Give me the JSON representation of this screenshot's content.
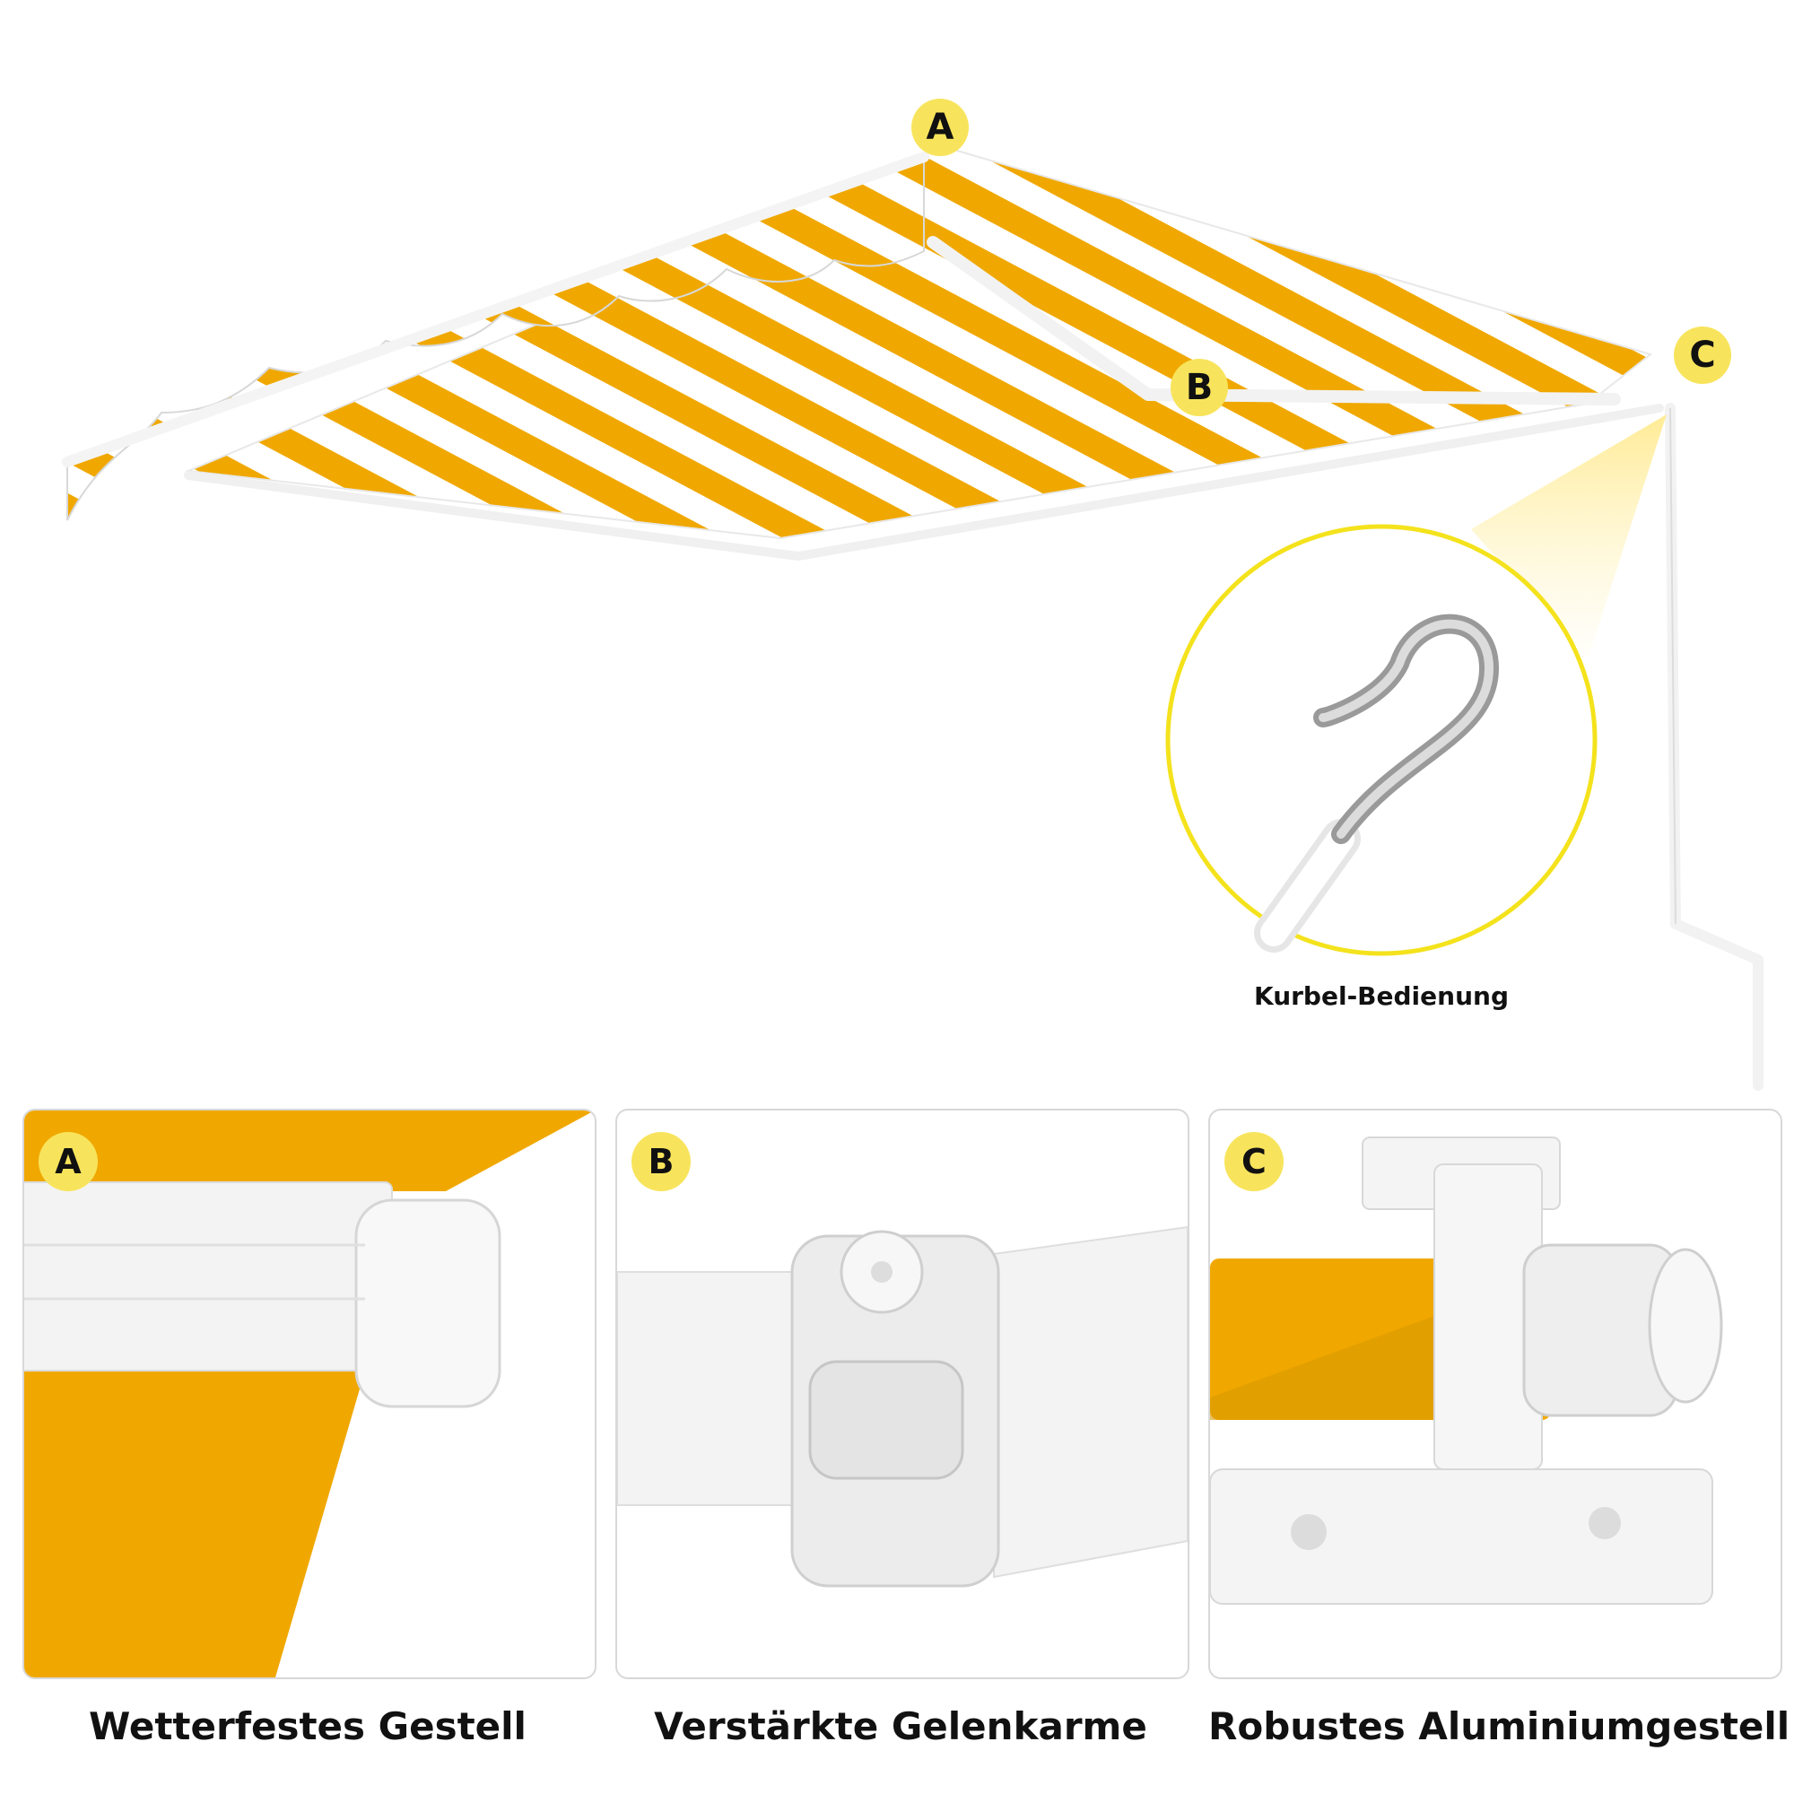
{
  "markers": {
    "a": "A",
    "b": "B",
    "c": "C"
  },
  "callout": {
    "label": "Kurbel-Bedienung"
  },
  "panels": [
    {
      "marker": "A",
      "caption": "Wetterfestes Gestell"
    },
    {
      "marker": "B",
      "caption": "Verstärkte Gelenkarme"
    },
    {
      "marker": "C",
      "caption": "Robustes Aluminiumgestell"
    }
  ],
  "colors": {
    "awning_yellow": "#f0a800",
    "marker_yellow": "#f8e45c",
    "callout_ring": "#f4e21c"
  }
}
